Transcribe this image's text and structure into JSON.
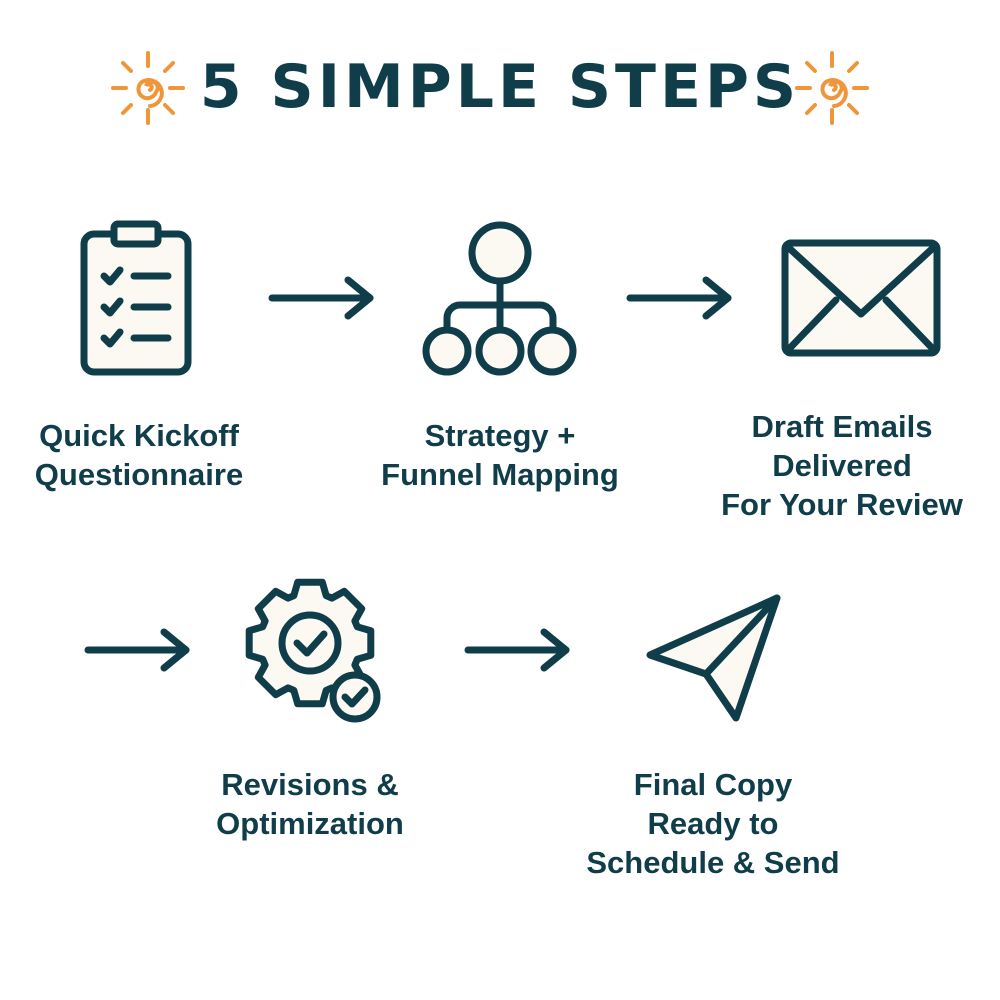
{
  "title": "5 SIMPLE STEPS",
  "colors": {
    "primary": "#0f3d49",
    "accent": "#f0963a",
    "icon_fill": "#fbf9f2"
  },
  "steps": [
    {
      "icon": "clipboard-checklist-icon",
      "lines": [
        "Quick Kickoff",
        "Questionnaire"
      ]
    },
    {
      "icon": "org-chart-icon",
      "lines": [
        "Strategy +",
        "Funnel Mapping"
      ]
    },
    {
      "icon": "envelope-icon",
      "lines": [
        "Draft Emails",
        "Delivered",
        "For Your Review"
      ]
    },
    {
      "icon": "gear-check-icon",
      "lines": [
        "Revisions &",
        "Optimization"
      ]
    },
    {
      "icon": "paper-plane-icon",
      "lines": [
        "Final Copy",
        "Ready to",
        "Schedule & Send"
      ]
    }
  ]
}
